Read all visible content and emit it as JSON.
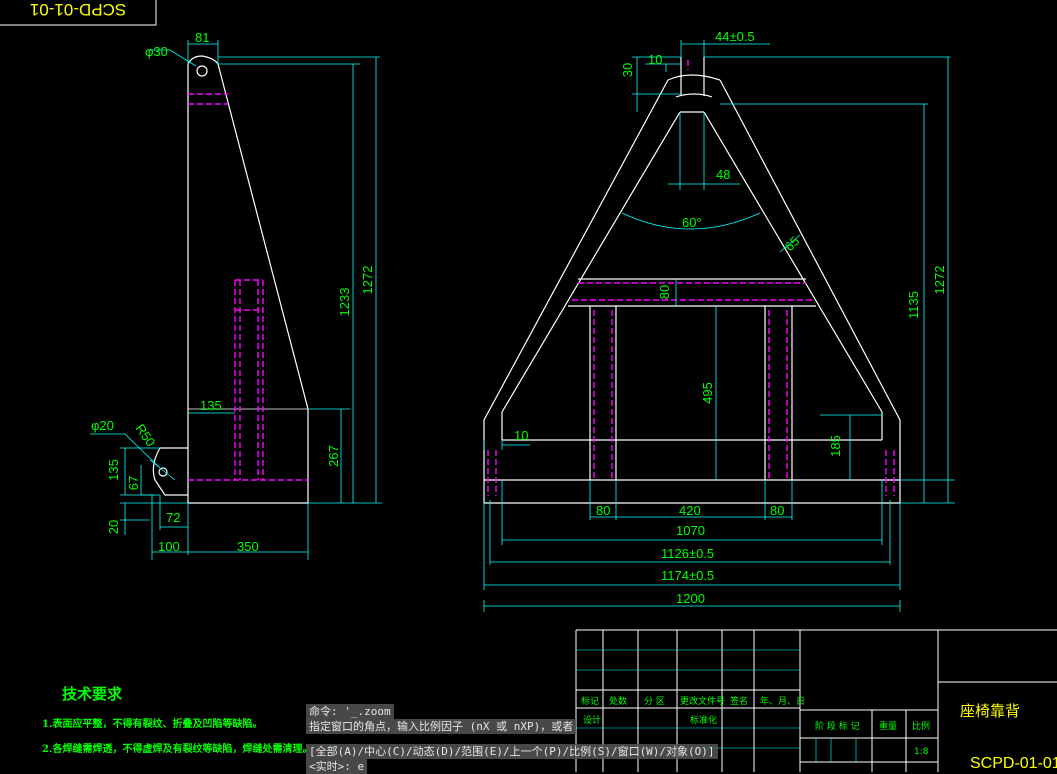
{
  "corner_title": "SCPD-01-01",
  "side_view": {
    "dims": {
      "top_width": "81",
      "hole_dia": "φ30",
      "inner_height": "1233",
      "total_height": "1272",
      "step_width": "135",
      "lower_height": "267",
      "pin_dia": "φ20",
      "radius": "R50",
      "lug_height": "135",
      "pin_height": "67",
      "bottom_offset": "20",
      "lug_width": "72",
      "base_left": "100",
      "base_width": "350"
    }
  },
  "front_view": {
    "dims": {
      "lug_thickness": "10",
      "lug_width": "44±0.5",
      "lug_height": "30",
      "lug_spacing": "48",
      "angle": "60°",
      "leg_width": "65",
      "bar_height": "80",
      "inner_height": "1135",
      "total_height": "1272",
      "inner_opening": "495",
      "foot_height": "185",
      "pin_offset": "10",
      "post_left": "80",
      "post_span": "420",
      "post_right": "80",
      "width_1070": "1070",
      "width_1126": "1126±0.5",
      "width_1174": "1174±0.5",
      "width_1200": "1200"
    }
  },
  "tech_notes": {
    "title": "技术要求",
    "lines": [
      "1.表面应平整，不得有裂纹、折叠及凹陷等缺陷。",
      "2.各焊缝需焊透，不得虚焊及有裂纹等缺陷，焊缝处需清理。"
    ]
  },
  "title_block": {
    "headers": [
      "标记",
      "处数",
      "分 区",
      "更改文件号",
      "签名",
      "年、月、日"
    ],
    "row2": [
      "设计",
      "标准化"
    ],
    "stage_labels": "阶 段 标 记",
    "weight_label": "重量",
    "scale_label": "比例",
    "scale_value": "1:8",
    "part_name": "座椅靠背",
    "drawing_no": "SCPD-01-01"
  },
  "command_line": {
    "line1": "命令: '_.zoom",
    "line2": "指定窗口的角点，输入比例因子 (nX 或 nXP)，或者",
    "line3": "[全部(A)/中心(C)/动态(D)/范围(E)/上一个(P)/比例(S)/窗口(W)/对象(O)]",
    "line4": "<实时>:  e"
  },
  "colors": {
    "background": "#000000",
    "geometry": "#ffffff",
    "dimension": "#00ffff",
    "dim_text": "#00ff00",
    "hidden": "#ff00ff",
    "title_text": "#ffff00"
  }
}
